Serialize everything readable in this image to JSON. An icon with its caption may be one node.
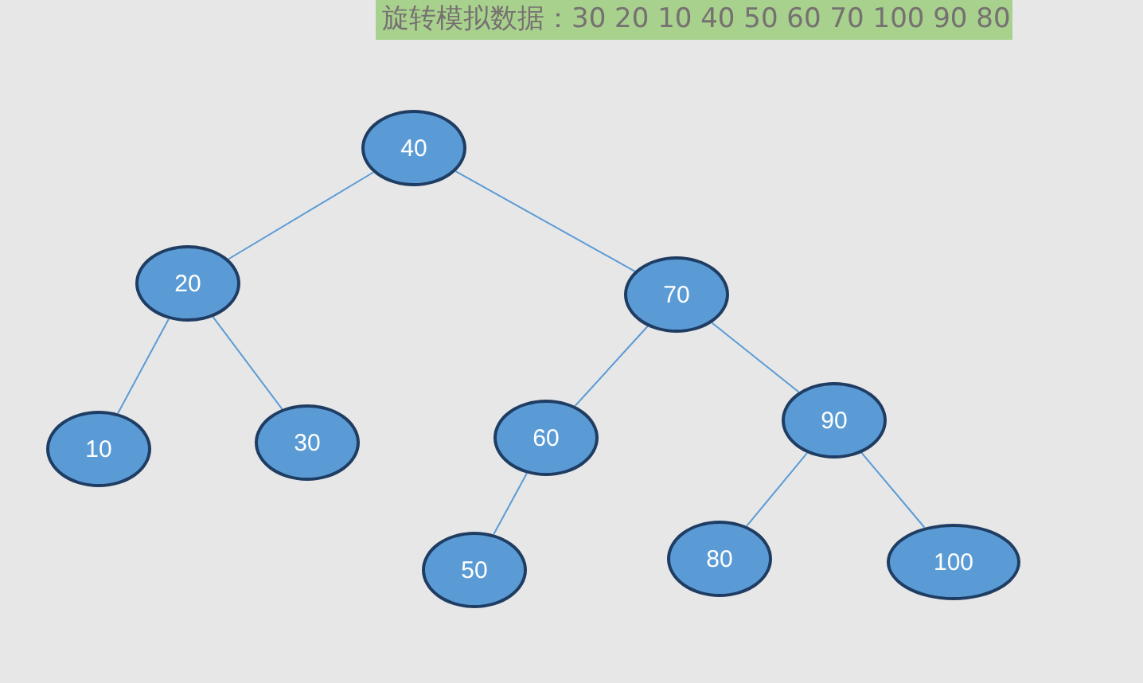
{
  "diagram": {
    "title": "旋转模拟数据：30 20 10 40 50 60 70 100 90 80",
    "nodes": [
      {
        "text": [
          "40"
        ]
      },
      {
        "text": [
          "20"
        ]
      },
      {
        "text": [
          "70"
        ]
      },
      {
        "text": [
          "10"
        ]
      },
      {
        "text": [
          "30"
        ]
      },
      {
        "text": [
          "60"
        ]
      },
      {
        "text": [
          "90"
        ]
      },
      {
        "text": [
          "50"
        ]
      },
      {
        "text": [
          "80"
        ]
      },
      {
        "text": [
          "100"
        ]
      }
    ],
    "edges": [
      {
        "from": 0,
        "to": 1,
        "arrow": "none"
      },
      {
        "from": 0,
        "to": 2,
        "arrow": "none"
      },
      {
        "from": 1,
        "to": 3,
        "arrow": "none"
      },
      {
        "from": 1,
        "to": 4,
        "arrow": "none"
      },
      {
        "from": 2,
        "to": 5,
        "arrow": "none"
      },
      {
        "from": 2,
        "to": 6,
        "arrow": "none"
      },
      {
        "from": 5,
        "to": 7,
        "arrow": "none"
      },
      {
        "from": 6,
        "to": 8,
        "arrow": "none"
      },
      {
        "from": 6,
        "to": 9,
        "arrow": "none"
      }
    ]
  }
}
